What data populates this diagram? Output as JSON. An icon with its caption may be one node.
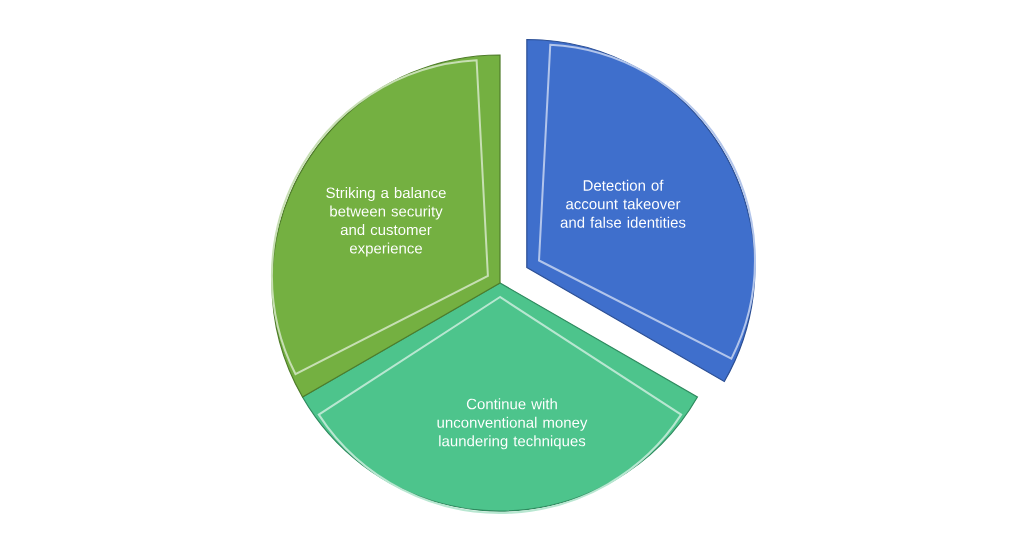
{
  "diagram": {
    "nodes": [
      {
        "text": [
          "Detection of account takeover and false identities"
        ]
      },
      {
        "text": [
          "Continue with unconventional money laundering techniques"
        ]
      },
      {
        "text": [
          "Striking a balance between security and customer experience"
        ]
      }
    ]
  }
}
